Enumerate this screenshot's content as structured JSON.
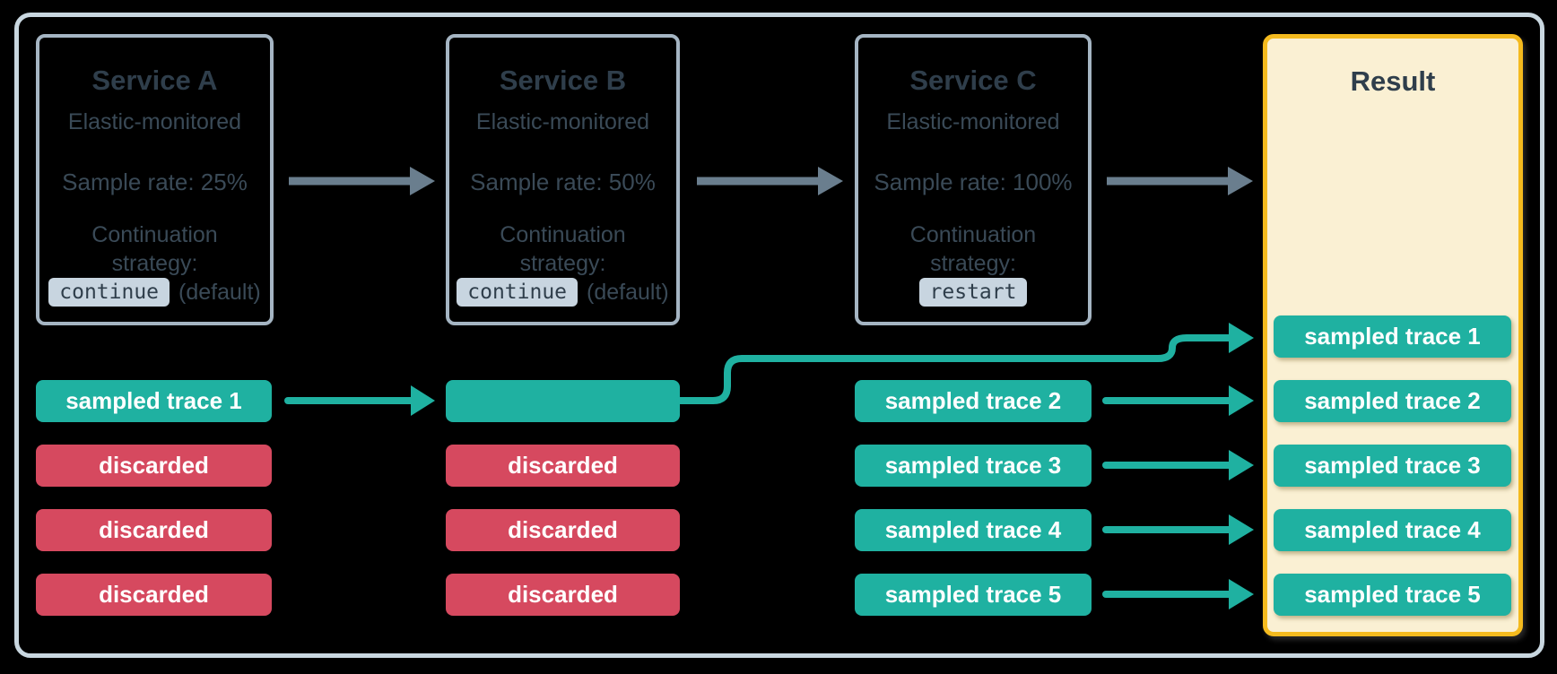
{
  "colors": {
    "sampled": "#1FB1A1",
    "discarded": "#D6495F",
    "arrow_gray": "#6A7E8E",
    "result_bg": "#FAF0D3",
    "result_border": "#F4BA1E",
    "box_border": "#A5B5C3",
    "frame_border": "#C9D7E0",
    "title_text": "#2F3E4B",
    "body_text": "#3A4A57",
    "code_chip_bg": "#C8D5E0"
  },
  "services": [
    {
      "title": "Service A",
      "monitored": "Elastic-monitored",
      "sample_rate": "Sample rate: 25%",
      "continuation": "Continuation strategy:",
      "strategy": "continue",
      "suffix": "(default)"
    },
    {
      "title": "Service B",
      "monitored": "Elastic-monitored",
      "sample_rate": "Sample rate: 50%",
      "continuation": "Continuation strategy:",
      "strategy": "continue",
      "suffix": "(default)"
    },
    {
      "title": "Service C",
      "monitored": "Elastic-monitored",
      "sample_rate": "Sample rate: 100%",
      "continuation": "Continuation strategy:",
      "strategy": "restart",
      "suffix": ""
    }
  ],
  "result": {
    "title": "Result"
  },
  "lanes": {
    "a": [
      "sampled trace 1",
      "discarded",
      "discarded",
      "discarded"
    ],
    "b": [
      "",
      "discarded",
      "discarded",
      "discarded"
    ],
    "c": [
      "sampled trace 2",
      "sampled trace 3",
      "sampled trace 4",
      "sampled trace 5"
    ],
    "result": [
      "sampled trace 1",
      "sampled trace 2",
      "sampled trace 3",
      "sampled trace 4",
      "sampled trace 5"
    ]
  }
}
